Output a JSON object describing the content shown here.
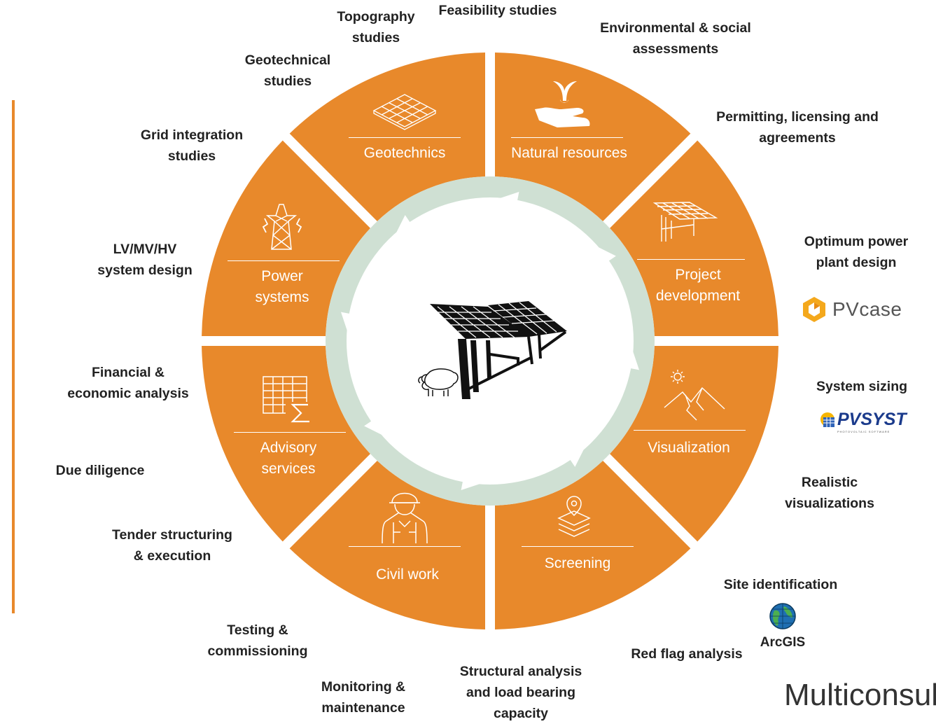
{
  "segments": [
    {
      "id": "geotechnics",
      "title": [
        "Geotechnics"
      ],
      "icon": "geotechnics-mesh-icon"
    },
    {
      "id": "natural-resources",
      "title": [
        "Natural resources"
      ],
      "icon": "plant-in-hand-icon"
    },
    {
      "id": "project-development",
      "title": [
        "Project",
        "development"
      ],
      "icon": "solar-panel-icon"
    },
    {
      "id": "visualization",
      "title": [
        "Visualization"
      ],
      "icon": "mountain-sun-icon"
    },
    {
      "id": "screening",
      "title": [
        "Screening"
      ],
      "icon": "map-layers-pin-icon"
    },
    {
      "id": "civil-work",
      "title": [
        "Civil work"
      ],
      "icon": "engineer-helmet-icon"
    },
    {
      "id": "advisory-services",
      "title": [
        "Advisory",
        "services"
      ],
      "icon": "spreadsheet-sum-icon"
    },
    {
      "id": "power-systems",
      "title": [
        "Power",
        "systems"
      ],
      "icon": "transmission-tower-icon"
    }
  ],
  "center": {
    "icon": "agrivoltaic-panels-sheep-icon"
  },
  "outer_labels": [
    {
      "lines": [
        "Feasibility studies"
      ]
    },
    {
      "lines": [
        "Topography",
        "studies"
      ]
    },
    {
      "lines": [
        "Environmental & social",
        "assessments"
      ]
    },
    {
      "lines": [
        "Geotechnical",
        "studies"
      ]
    },
    {
      "lines": [
        "Permitting, licensing and",
        "agreements"
      ]
    },
    {
      "lines": [
        "Grid integration",
        "studies"
      ]
    },
    {
      "lines": [
        "Optimum power",
        "plant design"
      ]
    },
    {
      "lines": [
        "LV/MV/HV",
        "system design"
      ]
    },
    {
      "lines": [
        "Financial &",
        "economic analysis"
      ]
    },
    {
      "lines": [
        "System sizing"
      ]
    },
    {
      "lines": [
        "Due diligence"
      ]
    },
    {
      "lines": [
        "Realistic",
        "visualizations"
      ]
    },
    {
      "lines": [
        "Tender structuring",
        "& execution"
      ]
    },
    {
      "lines": [
        "Site identification"
      ]
    },
    {
      "lines": [
        "Testing &",
        "commissioning"
      ]
    },
    {
      "lines": [
        "Red flag analysis"
      ]
    },
    {
      "lines": [
        "Structural analysis",
        "and load bearing",
        "capacity"
      ]
    },
    {
      "lines": [
        "Monitoring &",
        "maintenance"
      ]
    }
  ],
  "logos": {
    "pvcase": "PVcase",
    "pvsyst": "PVSYST",
    "pvsyst_sub": "PHOTOVOLTAIC SOFTWARE",
    "arcgis": "ArcGIS",
    "brand": "Multiconsul"
  },
  "colors": {
    "segment": "#e8892b",
    "ring": "#cfe0d3",
    "text": "#222222"
  }
}
